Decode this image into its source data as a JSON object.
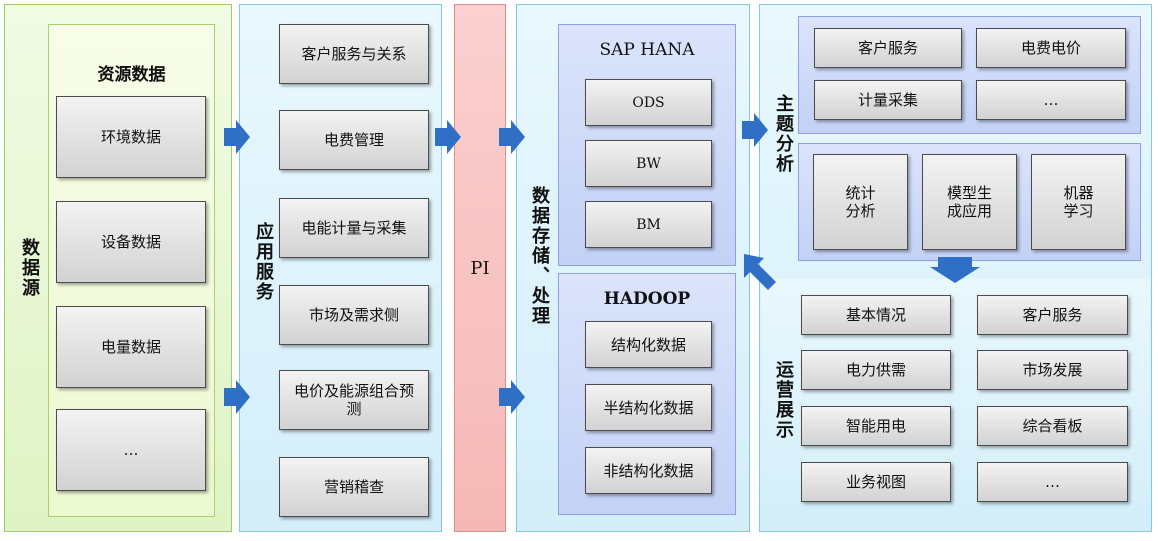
{
  "colors": {
    "data_source": "#dff3c4",
    "services": "#d3eefa",
    "pi": "#f5b8b6",
    "storage": "#c3d1f6",
    "arrow": "#2f6fc6"
  },
  "data_source": {
    "title": "数据源",
    "inner_title": "资源数据",
    "items": [
      "环境数据",
      "设备数据",
      "电量数据",
      "…"
    ]
  },
  "app_services": {
    "title": "应用服务",
    "items": [
      "客户服务与关系",
      "电费管理",
      "电能计量与采集",
      "市场及需求侧",
      "电价及能源组合预测",
      "营销稽查"
    ]
  },
  "pi": {
    "title": "PI"
  },
  "storage": {
    "title": "数据存储、处理",
    "sap": {
      "title": "SAP HANA",
      "items": [
        "ODS",
        "BW",
        "BM"
      ]
    },
    "hadoop": {
      "title": "HADOOP",
      "items": [
        "结构化数据",
        "半结构化数据",
        "非结构化数据"
      ]
    }
  },
  "topic_analysis": {
    "title": "主题分析",
    "top_items": [
      "客户服务",
      "电费电价",
      "计量采集",
      "…"
    ],
    "bottom_items": [
      "统计分析",
      "模型生成应用",
      "机器学习"
    ]
  },
  "operations": {
    "title": "运营展示",
    "items": [
      "基本情况",
      "客户服务",
      "电力供需",
      "市场发展",
      "智能用电",
      "综合看板",
      "业务视图",
      "…"
    ]
  }
}
